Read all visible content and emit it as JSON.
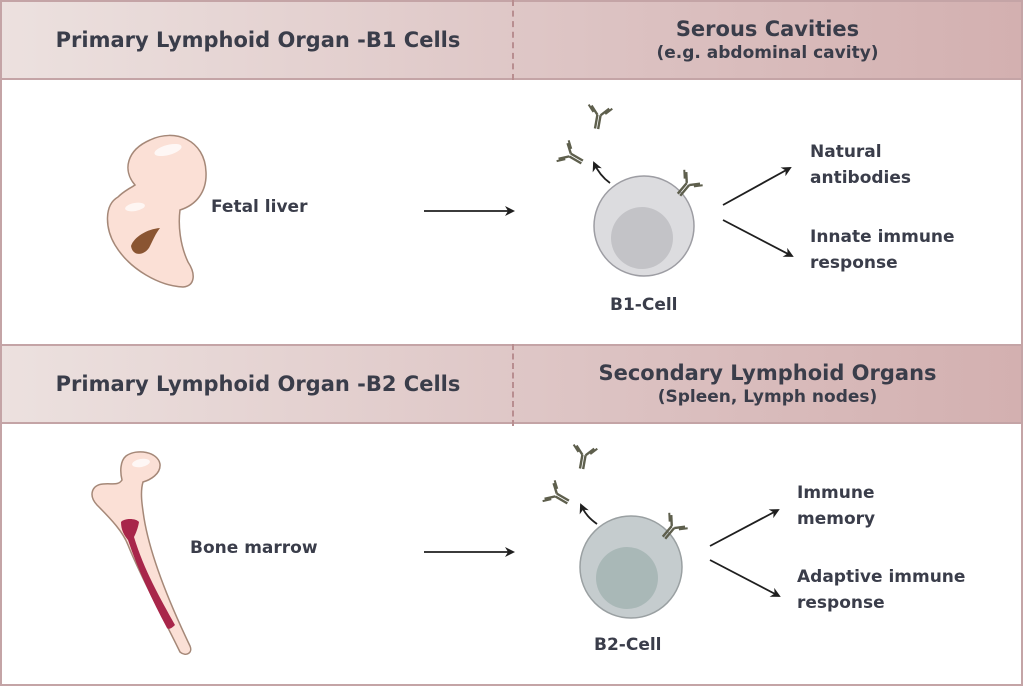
{
  "section_b1": {
    "header_left": "Primary Lymphoid Organ -B1 Cells",
    "header_right_main": "Serous Cavities",
    "header_right_sub": "(e.g. abdominal cavity)",
    "organ_label": "Fetal liver",
    "organ_icon": "fetal-liver-icon",
    "cell_label": "B1-Cell",
    "outcomes": [
      "Natural antibodies",
      "Innate immune response"
    ],
    "outcome_lines": [
      [
        "Natural",
        "antibodies"
      ],
      [
        "Innate immune",
        "response"
      ]
    ]
  },
  "section_b2": {
    "header_left": "Primary Lymphoid Organ -B2 Cells",
    "header_right_main": "Secondary Lymphoid Organs",
    "header_right_sub": "(Spleen, Lymph nodes)",
    "organ_label": "Bone marrow",
    "organ_icon": "bone-marrow-icon",
    "cell_label": "B2-Cell",
    "outcomes": [
      "Immune memory",
      "Adaptive immune response"
    ],
    "outcome_lines": [
      [
        "Immune",
        "memory"
      ],
      [
        "Adaptive immune",
        "response"
      ]
    ]
  },
  "colors": {
    "header_band": "#dcc2c2",
    "border": "#c4a4a6",
    "text": "#3a3d4a",
    "b1_cell": "#dcdcdf",
    "b2_cell": "#c5ccce",
    "liver": "#fbe0d6",
    "marrow": "#a8264a",
    "antibody": "#5e5f4d"
  }
}
